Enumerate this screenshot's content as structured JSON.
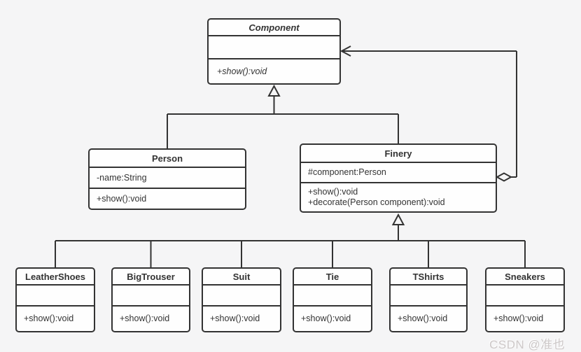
{
  "classes": {
    "component": {
      "name": "Component",
      "abstract": true,
      "attributes": [],
      "methods": [
        "+show():void"
      ]
    },
    "person": {
      "name": "Person",
      "abstract": false,
      "attributes": [
        "-name:String"
      ],
      "methods": [
        "+show():void"
      ]
    },
    "finery": {
      "name": "Finery",
      "abstract": false,
      "attributes": [
        "#component:Person"
      ],
      "methods": [
        "+show():void",
        "+decorate(Person component):void"
      ]
    },
    "leathershoes": {
      "name": "LeatherShoes",
      "abstract": false,
      "attributes": [],
      "methods": [
        "+show():void"
      ]
    },
    "bigtrouser": {
      "name": "BigTrouser",
      "abstract": false,
      "attributes": [],
      "methods": [
        "+show():void"
      ]
    },
    "suit": {
      "name": "Suit",
      "abstract": false,
      "attributes": [],
      "methods": [
        "+show():void"
      ]
    },
    "tie": {
      "name": "Tie",
      "abstract": false,
      "attributes": [],
      "methods": [
        "+show():void"
      ]
    },
    "tshirts": {
      "name": "TShirts",
      "abstract": false,
      "attributes": [],
      "methods": [
        "+show():void"
      ]
    },
    "sneakers": {
      "name": "Sneakers",
      "abstract": false,
      "attributes": [],
      "methods": [
        "+show():void"
      ]
    }
  },
  "relationships": {
    "generalization_top": "Person, Finery inherit Component",
    "generalization_bottom": "LeatherShoes, BigTrouser, Suit, Tie, TShirts, Sneakers inherit Finery",
    "aggregation": "Finery aggregates Component"
  },
  "watermark": {
    "text": "CSDN @准也"
  },
  "colors": {
    "border": "#333333",
    "background": "#f5f5f6",
    "box_fill": "#fefefe",
    "watermark": "#cdc8c8"
  }
}
